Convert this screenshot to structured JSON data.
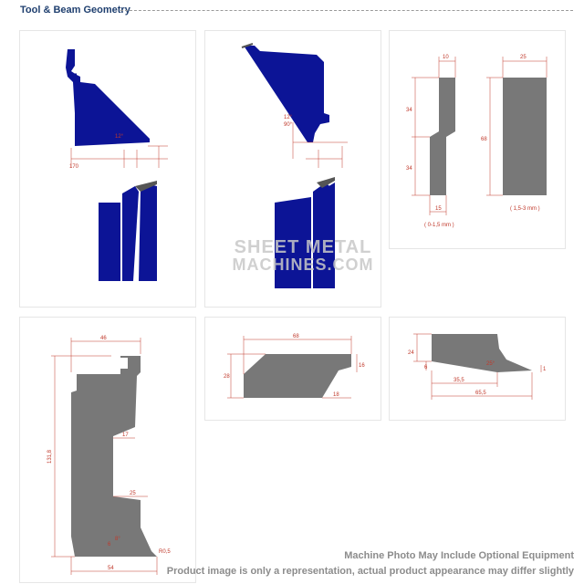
{
  "section": {
    "title": "Tool & Beam Geometry"
  },
  "colors": {
    "tool_blue": "#0c1496",
    "gray_profile": "#787878",
    "dimension_red": "#c0392b",
    "title_blue": "#1f3f6f"
  },
  "watermark": {
    "line1": "SHEET METAL",
    "line2": "MACHINES.COM"
  },
  "diagrams": {
    "die_profiles": {
      "narrow_width": "10",
      "narrow_height_top": "34",
      "narrow_height_bottom": "34",
      "narrow_base": "15",
      "narrow_range": "( 0-1,5 mm )",
      "wide_width": "25",
      "wide_height": "68",
      "wide_range": "( 1,5-3 mm )"
    },
    "punch": {
      "top_width": "46",
      "height": "131,8",
      "neck": "17",
      "mid_width": "25",
      "base_width": "54",
      "tip_radius": "R0,5",
      "tip_angle": "8°",
      "small_dim": "6"
    },
    "bar": {
      "length": "68",
      "height": "28",
      "right_height": "16",
      "notch": "18"
    },
    "blade": {
      "height": "24",
      "left_small": "6",
      "tip": "1",
      "mid_length": "35,5",
      "total_length": "65,5",
      "angle": "25°"
    }
  },
  "disclaimer": {
    "line1": "Machine Photo May Include Optional Equipment",
    "line2": "Product image is only a representation, actual product appearance may differ slightly"
  }
}
